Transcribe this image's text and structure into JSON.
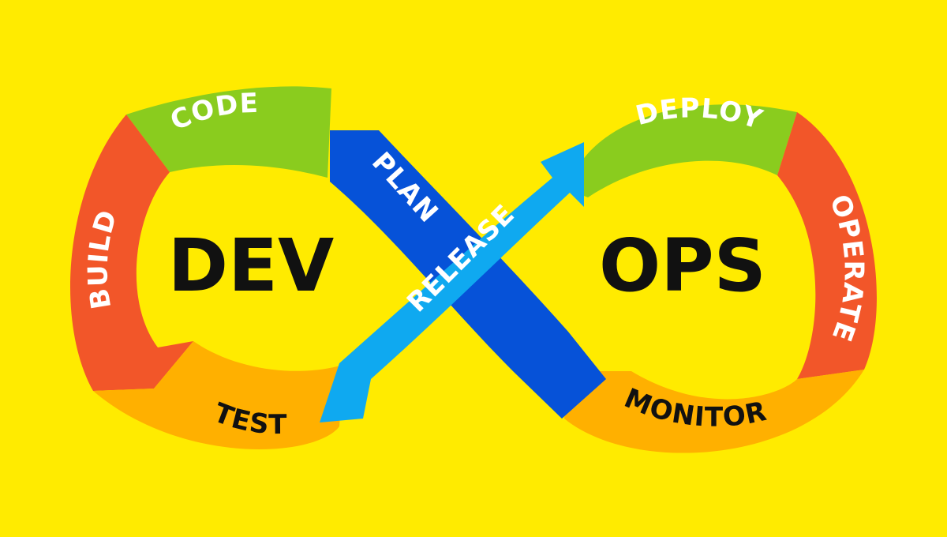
{
  "background_color": "#FFEB00",
  "center_labels": {
    "left": "DEV",
    "right": "OPS"
  },
  "stages": {
    "code": {
      "label": "CODE",
      "color": "#8ACC1E",
      "text_color": "#FFFFFF"
    },
    "build": {
      "label": "BUILD",
      "color": "#F25629",
      "text_color": "#FFFFFF"
    },
    "test": {
      "label": "TEST",
      "color": "#FFB000",
      "text_color": "#111111"
    },
    "plan": {
      "label": "PLAN",
      "color": "#0652D8",
      "text_color": "#FFFFFF"
    },
    "release": {
      "label": "RELEASE",
      "color": "#0FA9F0",
      "text_color": "#FFFFFF"
    },
    "deploy": {
      "label": "DEPLOY",
      "color": "#8ACC1E",
      "text_color": "#FFFFFF"
    },
    "operate": {
      "label": "OPERATE",
      "color": "#F25629",
      "text_color": "#FFFFFF"
    },
    "monitor": {
      "label": "MONITOR",
      "color": "#FFB000",
      "text_color": "#111111"
    }
  }
}
